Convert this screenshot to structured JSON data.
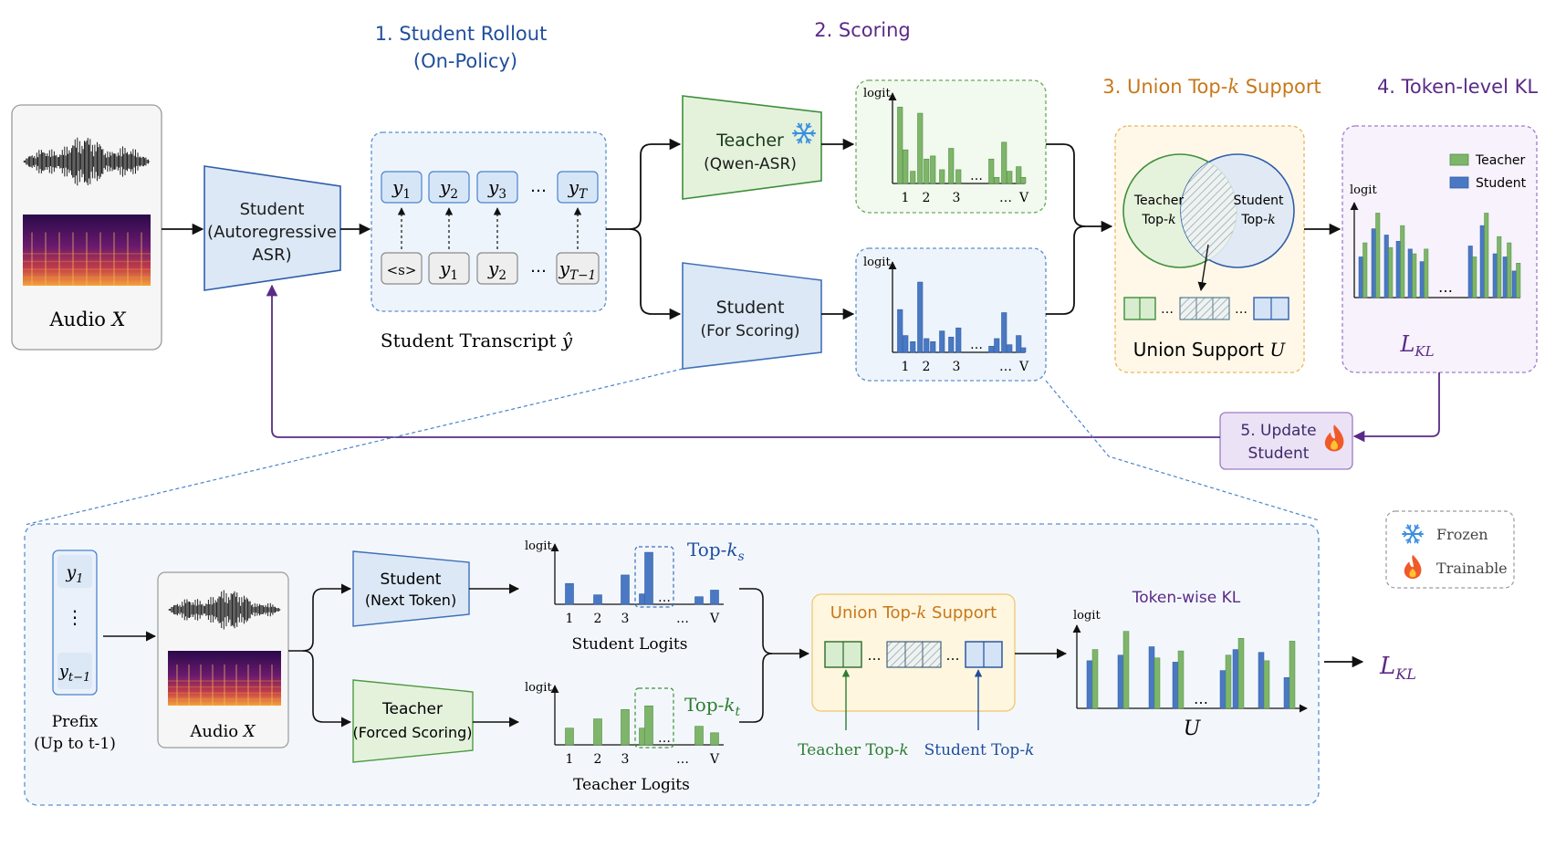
{
  "stages": {
    "rollout_title": "1. Student Rollout",
    "rollout_sub": "(On-Policy)",
    "scoring_title": "2. Scoring",
    "union_title": "3. Union Top-",
    "union_k": "k",
    "union_title_end": " Support",
    "kl_title": "4. Token-level KL"
  },
  "audio": {
    "label": "Audio ",
    "var": "X"
  },
  "student_model": {
    "line1": "Student",
    "line2": "(Autoregressive",
    "line3": "ASR)"
  },
  "transcript": {
    "outputs": [
      "y1",
      "y2",
      "y3",
      "…",
      "yT"
    ],
    "inputs": [
      "<s>",
      "y1",
      "y2",
      "…",
      "yT−1"
    ],
    "caption": "Student Transcript ",
    "caption_var": "ŷ"
  },
  "teacher_model": {
    "line1": "Teacher",
    "line2": "(Qwen-ASR)",
    "icon": "snowflake-icon"
  },
  "scoring_student": {
    "line1": "Student",
    "line2": "(For Scoring)"
  },
  "chart_common": {
    "ylabel": "logit",
    "ticks": [
      "1",
      "2",
      "3",
      "…",
      "V"
    ],
    "ellipsis": "…"
  },
  "union": {
    "teacher": "Teacher",
    "teacher_topk": "Top-",
    "student": "Student",
    "student_topk": "Top-",
    "k": "k",
    "ellipsis": "…",
    "label": "Union Support ",
    "label_var": "U"
  },
  "kl": {
    "legend": [
      "Teacher",
      "Student"
    ],
    "ylabel": "logit",
    "ellipsis": "…",
    "loss": "L",
    "loss_sub": "KL"
  },
  "update": {
    "line1": "5. Update",
    "line2": "Student",
    "icon": "fire-icon"
  },
  "detail": {
    "prefix_top": "y1",
    "prefix_dots": "⋮",
    "prefix_bottom": "yt−1",
    "prefix_label": "Prefix",
    "prefix_sub": "(Up to t-1)",
    "audio_label": "Audio ",
    "audio_var": "X",
    "student_line1": "Student",
    "student_line2": "(Next Token)",
    "teacher_line1": "Teacher",
    "teacher_line2": "(Forced Scoring)",
    "student_logits": "Student Logits",
    "teacher_logits": "Teacher Logits",
    "topk_s": "Top-",
    "topk_s_var": "k",
    "topk_s_sub": "s",
    "topk_t": "Top-",
    "topk_t_var": "k",
    "topk_t_sub": "t",
    "union_title": "Union Top-",
    "union_k": "k",
    "union_end": " Support",
    "union_ellipsis": "…",
    "teacher_topk": "Teacher Top-",
    "student_topk": "Student Top-",
    "k": "k",
    "tokenwise": "Token-wise KL",
    "tokenwise_ylabel": "logit",
    "tokenwise_ellipsis": "…",
    "tokenwise_xvar": "U",
    "loss": "L",
    "loss_sub": "KL"
  },
  "legend": {
    "frozen": "Frozen",
    "trainable": "Trainable",
    "frozen_icon": "snowflake-icon",
    "trainable_icon": "fire-icon"
  },
  "colors": {
    "blue_title": "#1f4e9c",
    "purple": "#5b2a86",
    "orange": "#c7781a",
    "teacher_green": "#7fb56a",
    "teacher_green_dark": "#2e7d32",
    "student_blue": "#4a78c2",
    "student_blue_dark": "#1f4e9c",
    "green_fill": "#e4f2dc",
    "blue_fill": "#dce8f6"
  },
  "chart_data": [
    {
      "type": "bar",
      "name": "teacher-scoring",
      "series": [
        {
          "values": [
            5,
            2.2,
            0.8,
            4.6,
            1.6,
            1.8,
            0.9,
            2.3,
            0.9,
            1.6,
            0.4,
            2.7,
            0.8,
            1.1,
            0.4
          ]
        }
      ]
    },
    {
      "type": "bar",
      "name": "student-scoring",
      "series": [
        {
          "values": [
            2.8,
            1.1,
            0.7,
            4.6,
            0.9,
            0.7,
            1.4,
            1.0,
            1.6,
            0.4,
            0.9,
            2.6,
            0.5,
            1.1,
            0.3
          ]
        }
      ]
    },
    {
      "type": "bar",
      "name": "token-level-kl",
      "series": [
        {
          "name": "Teacher",
          "values": [
            3.5,
            5.4,
            3.2,
            4.6,
            2.8,
            3.1,
            2.6,
            5.4,
            3.9,
            3.5,
            2.2
          ]
        },
        {
          "name": "Student",
          "values": [
            2.6,
            4.4,
            4.0,
            3.6,
            3.1,
            2.3,
            3.3,
            4.6,
            2.8,
            2.6,
            1.7
          ]
        }
      ]
    },
    {
      "type": "bar",
      "name": "detail-student-logits",
      "series": [
        {
          "values": [
            2.2,
            1.0,
            3.1,
            1.1,
            5.5,
            0.8,
            1.5
          ]
        }
      ]
    },
    {
      "type": "bar",
      "name": "detail-teacher-logits",
      "series": [
        {
          "values": [
            1.8,
            2.8,
            3.8,
            1.8,
            4.2,
            2.0,
            1.3
          ]
        }
      ]
    },
    {
      "type": "bar",
      "name": "detail-tokenwise-kl",
      "series": [
        {
          "name": "Teacher",
          "values": [
            4.2,
            5.5,
            3.6,
            4.1,
            3.8,
            5.0,
            3.4,
            4.8
          ]
        },
        {
          "name": "Student",
          "values": [
            3.4,
            3.8,
            4.4,
            3.3,
            2.7,
            4.2,
            4.0,
            2.2
          ]
        }
      ]
    }
  ]
}
